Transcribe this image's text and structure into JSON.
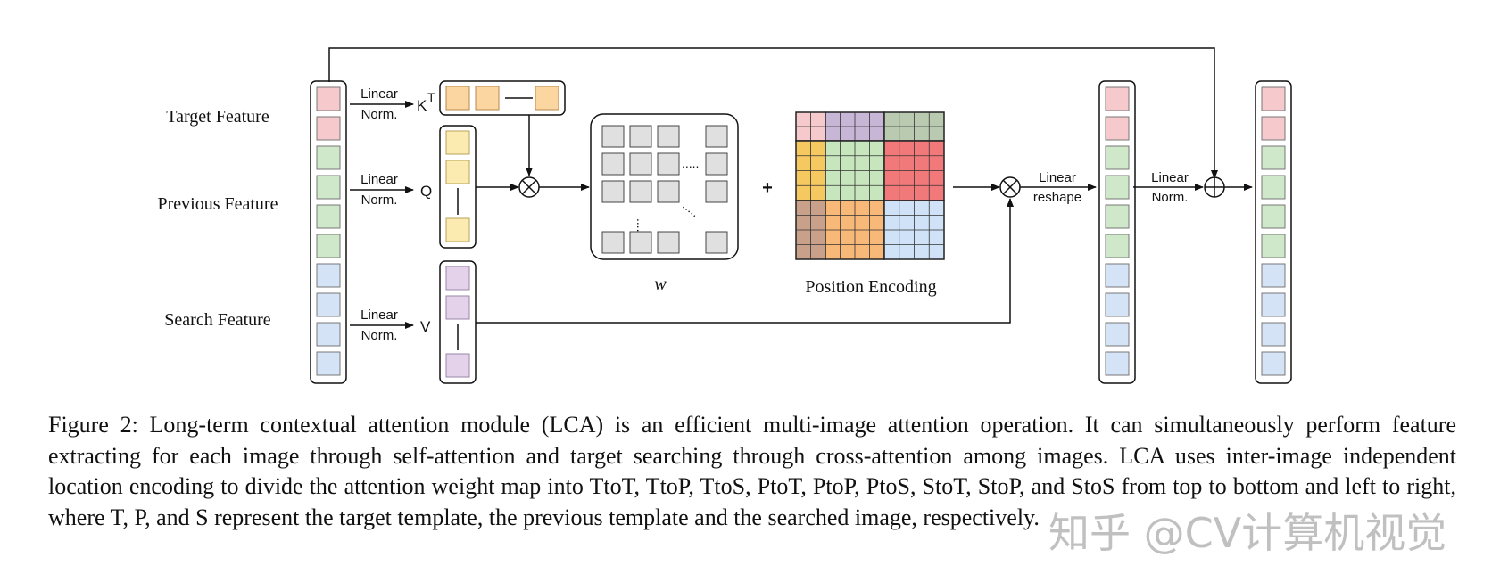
{
  "figure": {
    "labels": {
      "target": "Target Feature",
      "previous": "Previous Feature",
      "search": "Search Feature",
      "linear": "Linear",
      "norm": "Norm.",
      "reshape": "reshape",
      "k": "K",
      "t_sup": "T",
      "q": "Q",
      "v": "V",
      "w": "w",
      "plus": "+",
      "position_encoding": "Position Encoding"
    },
    "token_colors": {
      "target": "#f6c9cc",
      "previous": "#cfe8c9",
      "search": "#d5e3f7",
      "key": "#fbd6a1",
      "query": "#fcebb0",
      "value": "#e3d2ea"
    },
    "position_encoding_colors": {
      "row1": [
        "#f6c9cc",
        "#c7b6d6",
        "#b9cab1"
      ],
      "row2": [
        "#f6c860",
        "#c8e6bd",
        "#f2797a"
      ],
      "row3": [
        "#c9a08a",
        "#f8b878",
        "#cfe2f8"
      ]
    }
  },
  "caption": {
    "text": "Figure 2: Long-term contextual attention module (LCA) is an efficient multi-image attention operation. It can simultaneously perform feature extracting for each image through self-attention and target searching through cross-attention among images. LCA uses inter-image independent location encoding to divide the attention weight map into TtoT, TtoP, TtoS, PtoT, PtoP, PtoS, StoT, StoP, and StoS from top to bottom and left to right, where T, P, and S represent the target template, the previous template and the searched image, respectively."
  },
  "watermark": "知乎 @CV计算机视觉"
}
